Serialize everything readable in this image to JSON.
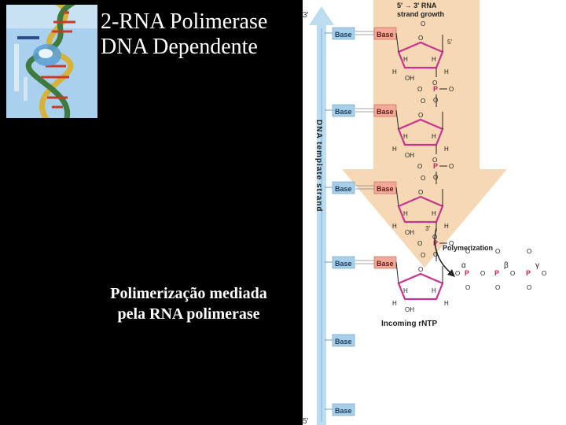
{
  "slide": {
    "title_line1": "2-RNA Polimerase",
    "title_line2": "DNA Dependente",
    "caption_line1": "Polimerização mediada",
    "caption_line2": "pela RNA polimerase"
  },
  "figure": {
    "label_3prime_top": "3′",
    "label_5prime_bottom": "5′",
    "growth_label_line1": "5′ → 3′ RNA",
    "growth_label_line2": "strand growth",
    "template_strand_label": "DNA template strand",
    "template_base_label": "Base",
    "rna_base_label": "Base",
    "oxygen": "O",
    "hydrogen": "H",
    "hydroxyl": "OH",
    "phosphorus": "P",
    "five_prime": "5′",
    "three_prime": "3′",
    "alpha": "α",
    "beta": "β",
    "gamma": "γ",
    "polymerization_label": "Polymerization",
    "incoming_label": "Incoming rNTP",
    "colors": {
      "template_box": "#a8cfe8",
      "rna_box": "#f4a89a",
      "arrow_blue": "#bcdcf0",
      "arrow_orange": "#f6d8b4",
      "ribose": "#c8348f",
      "phosphate_text": "#b8265a"
    }
  }
}
